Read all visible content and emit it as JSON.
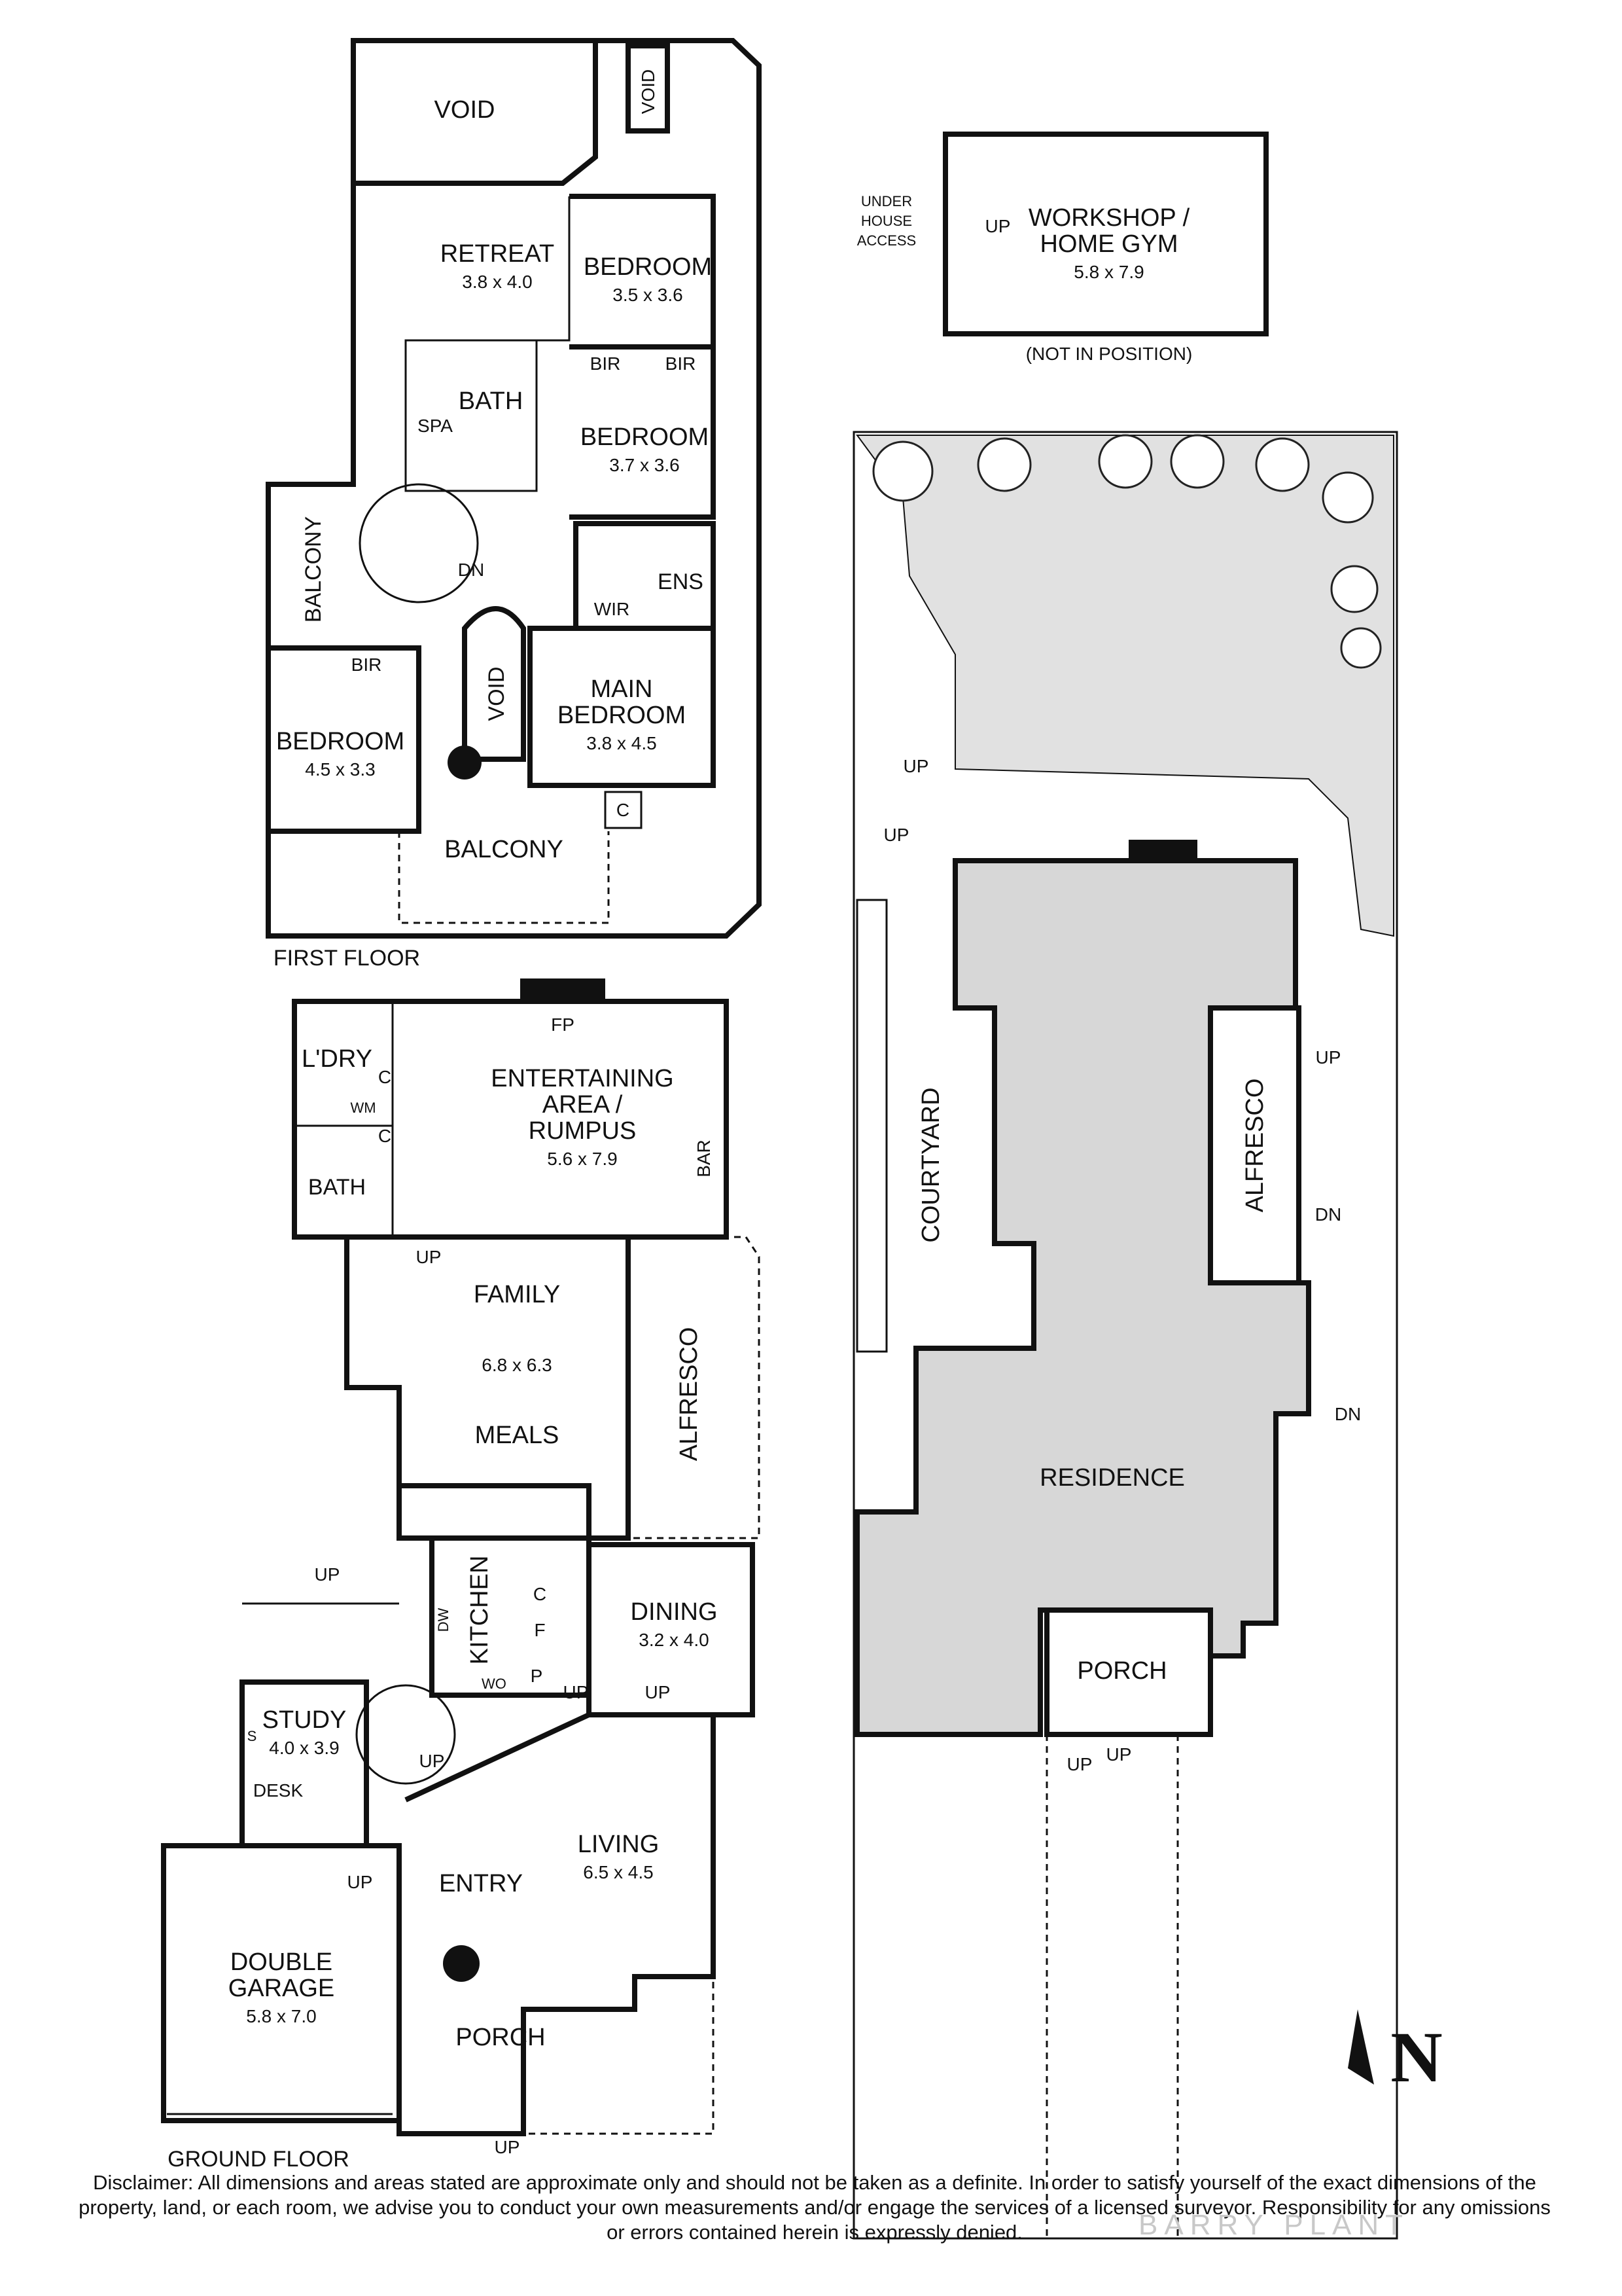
{
  "first_floor": {
    "caption": "FIRST FLOOR",
    "rooms": {
      "void_top": "VOID",
      "void_side": "VOID",
      "retreat": "RETREAT",
      "retreat_dim": "3.8 x 4.0",
      "bedroom_a": "BEDROOM",
      "bedroom_a_dim": "3.5 x 3.6",
      "bir_a": "BIR",
      "bir_b": "BIR",
      "bath": "BATH",
      "spa": "SPA",
      "bedroom_b": "BEDROOM",
      "bedroom_b_dim": "3.7 x 3.6",
      "balcony_side": "BALCONY",
      "dn": "DN",
      "wir": "WIR",
      "ens": "ENS",
      "bir_c": "BIR",
      "void_mid": "VOID",
      "main_bedroom_1": "MAIN",
      "main_bedroom_2": "BEDROOM",
      "main_bedroom_dim": "3.8 x 4.5",
      "bedroom_c": "BEDROOM",
      "bedroom_c_dim": "4.5 x 3.3",
      "c": "C",
      "balcony_front": "BALCONY"
    }
  },
  "ground_floor": {
    "caption": "GROUND FLOOR",
    "rooms": {
      "fp": "FP",
      "ldry": "L'DRY",
      "c1": "C",
      "c2": "C",
      "wm": "WM",
      "bath": "BATH",
      "entertaining_1": "ENTERTAINING",
      "entertaining_2": "AREA /",
      "entertaining_3": "RUMPUS",
      "entertaining_dim": "5.6 x 7.9",
      "bar": "BAR",
      "up_rumpus": "UP",
      "family": "FAMILY",
      "family_dim": "6.8 x 6.3",
      "meals": "MEALS",
      "alfresco": "ALFRESCO",
      "kitchen": "KITCHEN",
      "dw": "DW",
      "wo": "WO",
      "c_pantry": "C",
      "f": "F",
      "p": "P",
      "dining": "DINING",
      "dining_dim": "3.2 x 4.0",
      "up_side": "UP",
      "up_study": "UP",
      "up_kitchen": "UP",
      "up_dining": "UP",
      "study": "STUDY",
      "study_dim": "4.0 x 3.9",
      "s": "S",
      "desk": "DESK",
      "living": "LIVING",
      "living_dim": "6.5 x 4.5",
      "entry": "ENTRY",
      "up_entry": "UP",
      "double_garage_1": "DOUBLE",
      "double_garage_2": "GARAGE",
      "double_garage_dim": "5.8 x 7.0",
      "porch": "PORCH",
      "up_porch": "UP"
    }
  },
  "outbuilding": {
    "title_1": "WORKSHOP /",
    "title_2": "HOME GYM",
    "dim": "5.8 x 7.9",
    "note": "(NOT IN POSITION)",
    "access_1": "UNDER",
    "access_2": "HOUSE",
    "access_3": "ACCESS",
    "up": "UP"
  },
  "site_plan": {
    "residence": "RESIDENCE",
    "courtyard": "COURTYARD",
    "alfresco": "ALFRESCO",
    "porch": "PORCH",
    "up_1": "UP",
    "up_2": "UP",
    "up_3": "UP",
    "up_4": "UP",
    "up_5": "UP",
    "dn_1": "DN",
    "dn_2": "DN"
  },
  "compass": {
    "letter": "N"
  },
  "disclaimer": "Disclaimer: All dimensions and areas stated are approximate only and should not be taken as a definite. In order to satisfy yourself of the exact dimensions of the property, land, or each room, we advise you to conduct your own measurements and/or engage the services of a licensed surveyor. Responsibility for any omissions or errors contained herein is expressly denied.",
  "watermark": "BARRY PLANT"
}
